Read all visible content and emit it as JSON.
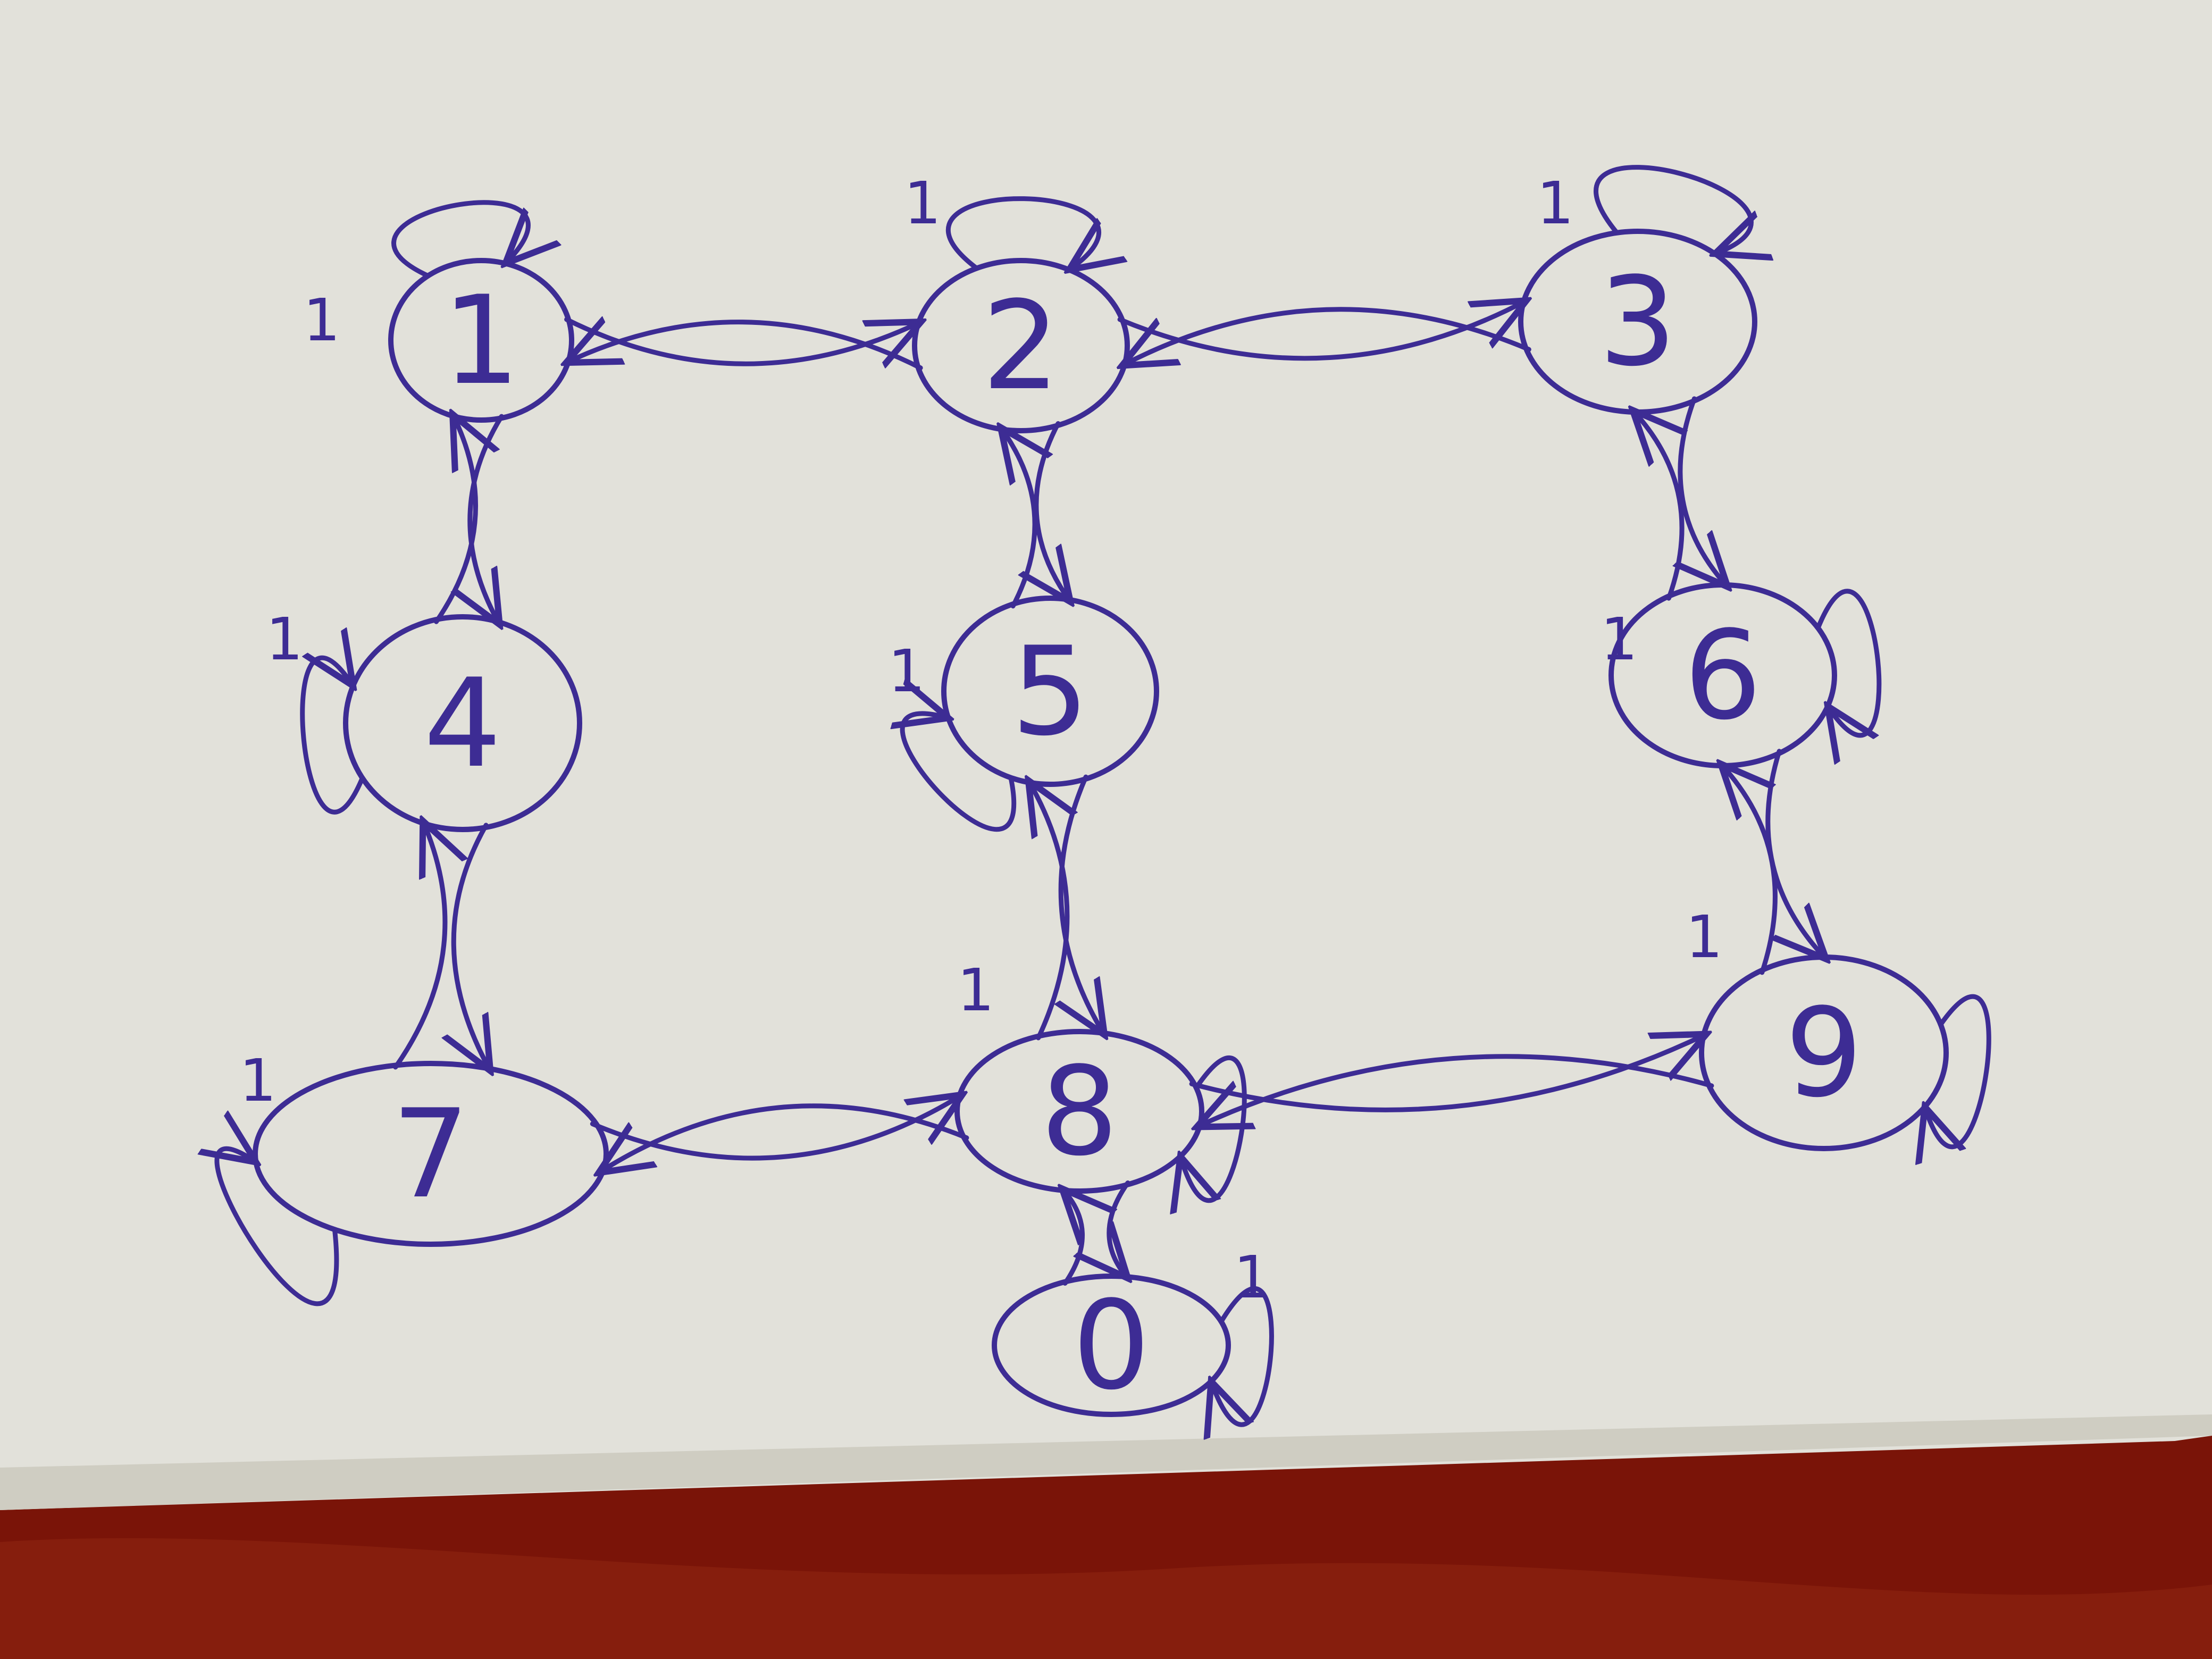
{
  "colors": {
    "ink": "#3d2c94",
    "paper": "#e2e1da",
    "paper_edge": "#d6d5cc",
    "table": "#7a1408",
    "table_highlight": "#9a2a12"
  },
  "graph": {
    "nodes": [
      {
        "id": "n1",
        "label": "1"
      },
      {
        "id": "n2",
        "label": "2"
      },
      {
        "id": "n3",
        "label": "3"
      },
      {
        "id": "n4",
        "label": "4"
      },
      {
        "id": "n5",
        "label": "5"
      },
      {
        "id": "n6",
        "label": "6"
      },
      {
        "id": "n7",
        "label": "7"
      },
      {
        "id": "n8",
        "label": "8"
      },
      {
        "id": "n9",
        "label": "9"
      },
      {
        "id": "n0",
        "label": "0"
      }
    ],
    "edges": [
      {
        "from": "1",
        "to": "2"
      },
      {
        "from": "2",
        "to": "1"
      },
      {
        "from": "2",
        "to": "3"
      },
      {
        "from": "3",
        "to": "2"
      },
      {
        "from": "1",
        "to": "4"
      },
      {
        "from": "4",
        "to": "1"
      },
      {
        "from": "2",
        "to": "5"
      },
      {
        "from": "5",
        "to": "2"
      },
      {
        "from": "3",
        "to": "6"
      },
      {
        "from": "6",
        "to": "3"
      },
      {
        "from": "4",
        "to": "7"
      },
      {
        "from": "7",
        "to": "4"
      },
      {
        "from": "5",
        "to": "8"
      },
      {
        "from": "8",
        "to": "5"
      },
      {
        "from": "6",
        "to": "9"
      },
      {
        "from": "9",
        "to": "6"
      },
      {
        "from": "7",
        "to": "8"
      },
      {
        "from": "8",
        "to": "7"
      },
      {
        "from": "8",
        "to": "9"
      },
      {
        "from": "9",
        "to": "8"
      },
      {
        "from": "8",
        "to": "0"
      },
      {
        "from": "0",
        "to": "8"
      }
    ],
    "self_loops": [
      "1",
      "2",
      "3",
      "4",
      "5",
      "6",
      "7",
      "8",
      "9",
      "0"
    ],
    "weight_marks": [
      "1",
      "1",
      "1",
      "1",
      "1",
      "1",
      "1",
      "1",
      "1",
      "1"
    ]
  }
}
